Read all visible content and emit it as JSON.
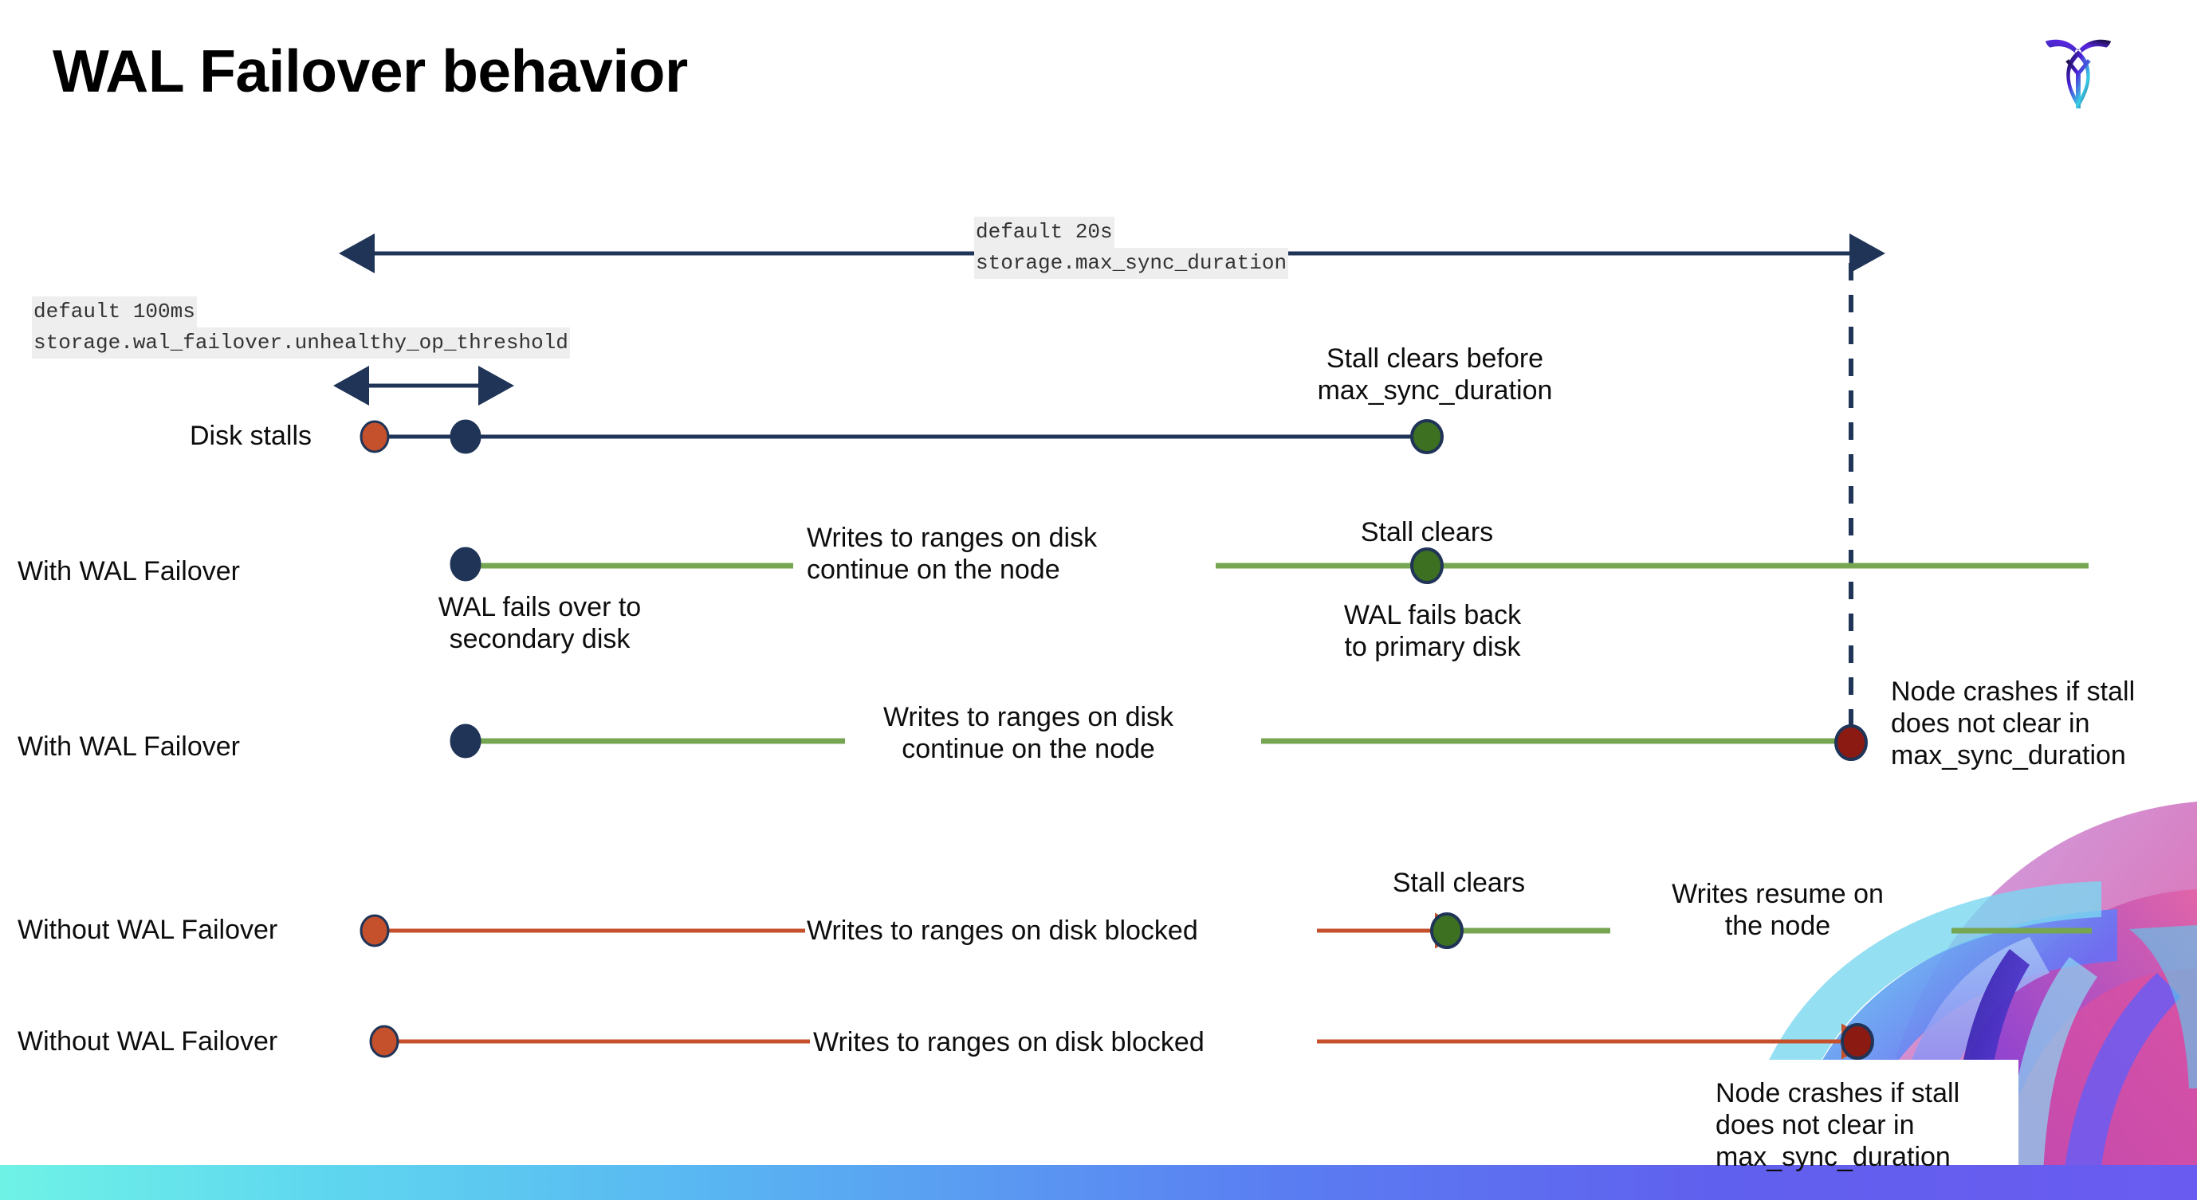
{
  "slide": {
    "title": "WAL Failover behavior",
    "logo_name": "cockroachdb-logo"
  },
  "annotations": {
    "max_sync": {
      "default": "default 20s",
      "setting": "storage.max_sync_duration"
    },
    "unhealthy_threshold": {
      "default": "default 100ms",
      "setting": "storage.wal_failover.unhealthy_op_threshold"
    }
  },
  "rows": [
    {
      "label": "Disk stalls"
    },
    {
      "label": "With WAL Failover"
    },
    {
      "label": "With WAL Failover"
    },
    {
      "label": "Without WAL Failover"
    },
    {
      "label": "Without WAL Failover"
    }
  ],
  "callouts": {
    "stall_clears_before": "Stall clears before\nmax_sync_duration",
    "writes_continue_1": "Writes to ranges on disk\ncontinue on the node",
    "stall_clears_row2": "Stall clears",
    "wal_fails_over": "WAL fails over to\nsecondary disk",
    "wal_fails_back": "WAL fails  back\nto primary disk",
    "writes_continue_2": "Writes to ranges on disk\ncontinue on the node",
    "node_crashes_row3": "Node crashes if stall\ndoes not clear in\nmax_sync_duration",
    "stall_clears_row4": "Stall clears",
    "writes_blocked_1": "Writes to ranges on disk  blocked",
    "writes_resume": "Writes resume on\nthe node",
    "writes_blocked_2": "Writes to ranges on disk  blocked",
    "node_crashes_row5": "Node crashes if stall\ndoes not clear in\nmax_sync_duration"
  },
  "colors": {
    "navy": "#1F3457",
    "green_line": "#77A653",
    "green_dot": "#3E7021",
    "orange": "#C4512C",
    "dark_red": "#8B1A13",
    "code_bg": "#eeeeee",
    "bottom_bar_start": "#6ff2e6",
    "bottom_bar_end": "#6a5bf0"
  }
}
